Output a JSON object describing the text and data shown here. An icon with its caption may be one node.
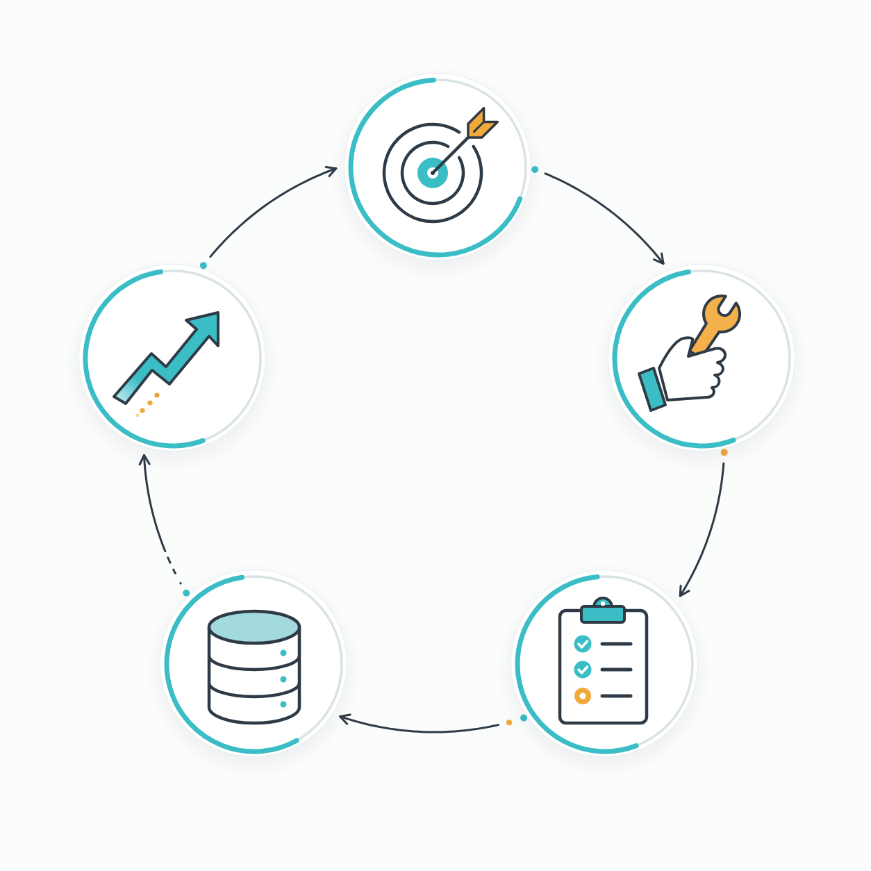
{
  "diagram": {
    "nodes": [
      {
        "text": [],
        "shape": "circle"
      },
      {
        "text": [],
        "shape": "circle"
      },
      {
        "text": [],
        "shape": "circle"
      },
      {
        "text": [],
        "shape": "circle"
      },
      {
        "text": [],
        "shape": "circle"
      }
    ],
    "edges": [
      {
        "from": 0,
        "to": 1,
        "arrow": "to"
      },
      {
        "from": 1,
        "to": 2,
        "arrow": "to"
      },
      {
        "from": 2,
        "to": 3,
        "arrow": "to"
      },
      {
        "from": 3,
        "to": 4,
        "arrow": "to",
        "style": "dashed"
      },
      {
        "from": 4,
        "to": 0,
        "arrow": "to"
      }
    ]
  }
}
